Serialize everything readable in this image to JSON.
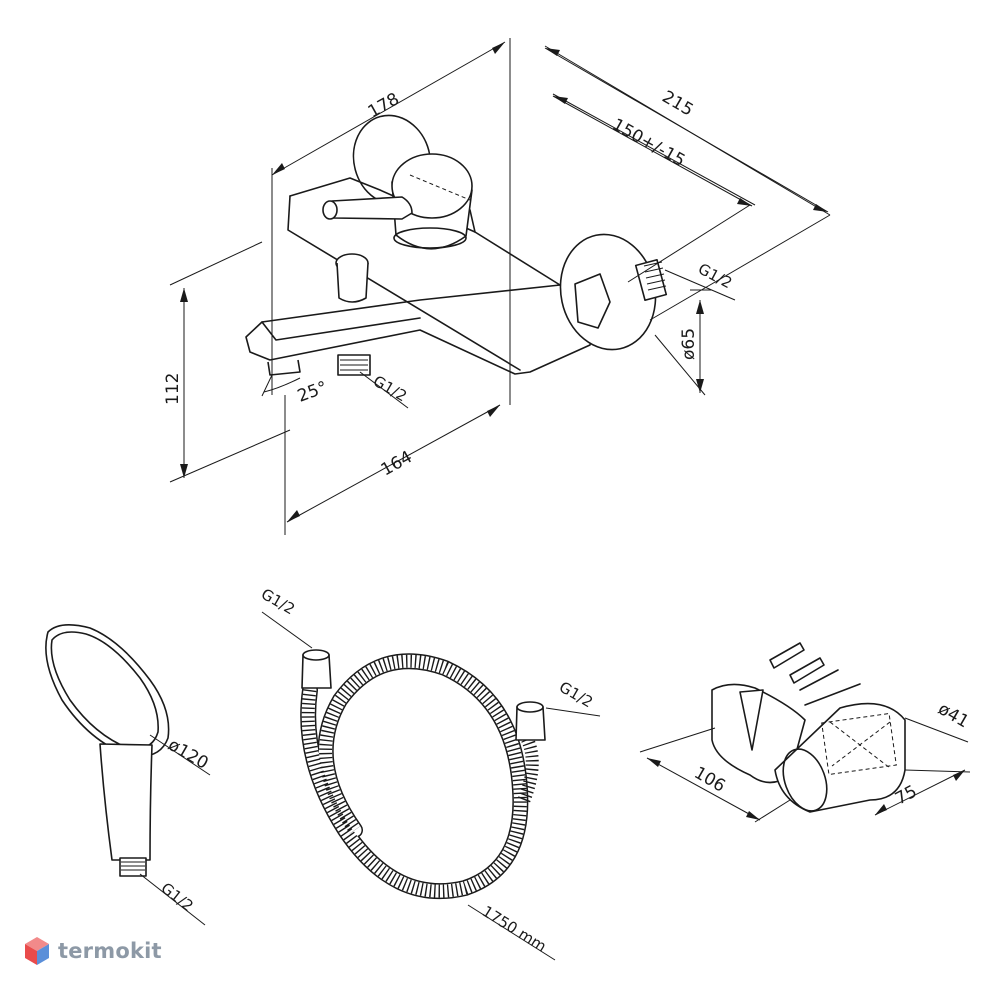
{
  "faucet": {
    "width_label": "178",
    "outlet_projection_label": "215",
    "centre_distance_label": "150+/-15",
    "inlet_thread_label": "G1/2",
    "flange_diameter_label": "ø65",
    "height_label": "112",
    "spout_angle_label": "25°",
    "spout_thread_label": "G1/2",
    "length_label": "164"
  },
  "hand_shower": {
    "diameter_label": "ø120",
    "thread_label": "G1/2"
  },
  "hose": {
    "thread_left_label": "G1/2",
    "thread_right_label": "G1/2",
    "length_label": "1750 mm"
  },
  "holder": {
    "length_label": "106",
    "width_label": "75",
    "diameter_label": "ø41"
  },
  "watermark": {
    "text": "termokit",
    "logo_colors": [
      "#f28a8a",
      "#e94b4b",
      "#9bb7e6",
      "#5b8fd9"
    ]
  }
}
